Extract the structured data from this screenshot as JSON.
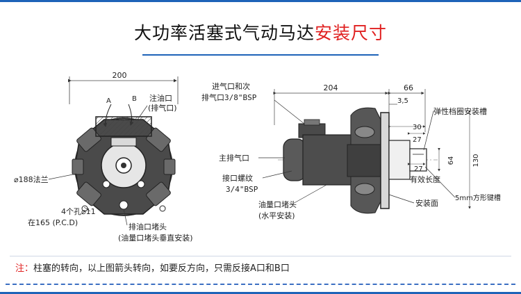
{
  "title": {
    "main": "大功率活塞式气动马达",
    "accent": "安装尺寸"
  },
  "colors": {
    "accent": "#e02020",
    "frame": "#1e63b8",
    "line": "#333333"
  },
  "front_view": {
    "dim_width": "200",
    "label_a": "A",
    "label_b": "B",
    "inlet_label_1": "注油口",
    "inlet_label_2": "(排气口)",
    "flange_label": "⌀188法兰",
    "holes_label_1": "4个孔⌀11",
    "holes_label_2": "在165 (P.C.D)",
    "drain_label_1": "排油口堵头",
    "drain_label_2": "(油量口堵头垂直安装)"
  },
  "side_view": {
    "inlet_label_1": "进气口和次",
    "inlet_label_2": "排气口3/8\"BSP",
    "main_exhaust_label": "主排气口",
    "port_label_1": "接口螺纹",
    "port_label_2": "3/4\"BSP",
    "plug_label_1": "油量口堵头",
    "plug_label_2": "(水平安装)",
    "dim_204": "204",
    "dim_66": "66",
    "dim_3_5": "3,5",
    "dim_30": "30",
    "dim_27_top": "27",
    "dim_27_bottom": "27",
    "dim_64": "64",
    "dim_130": "130",
    "circlip_label": "弹性档圈安装槽",
    "effective_length_label": "有效长度",
    "mount_face_label": "安装面",
    "key_slot_label": "5mm方形键槽"
  },
  "note": {
    "label": "注：",
    "text": "柱塞的转向，以上图箭头转向，如要反方向，只需反接A口和B口"
  }
}
